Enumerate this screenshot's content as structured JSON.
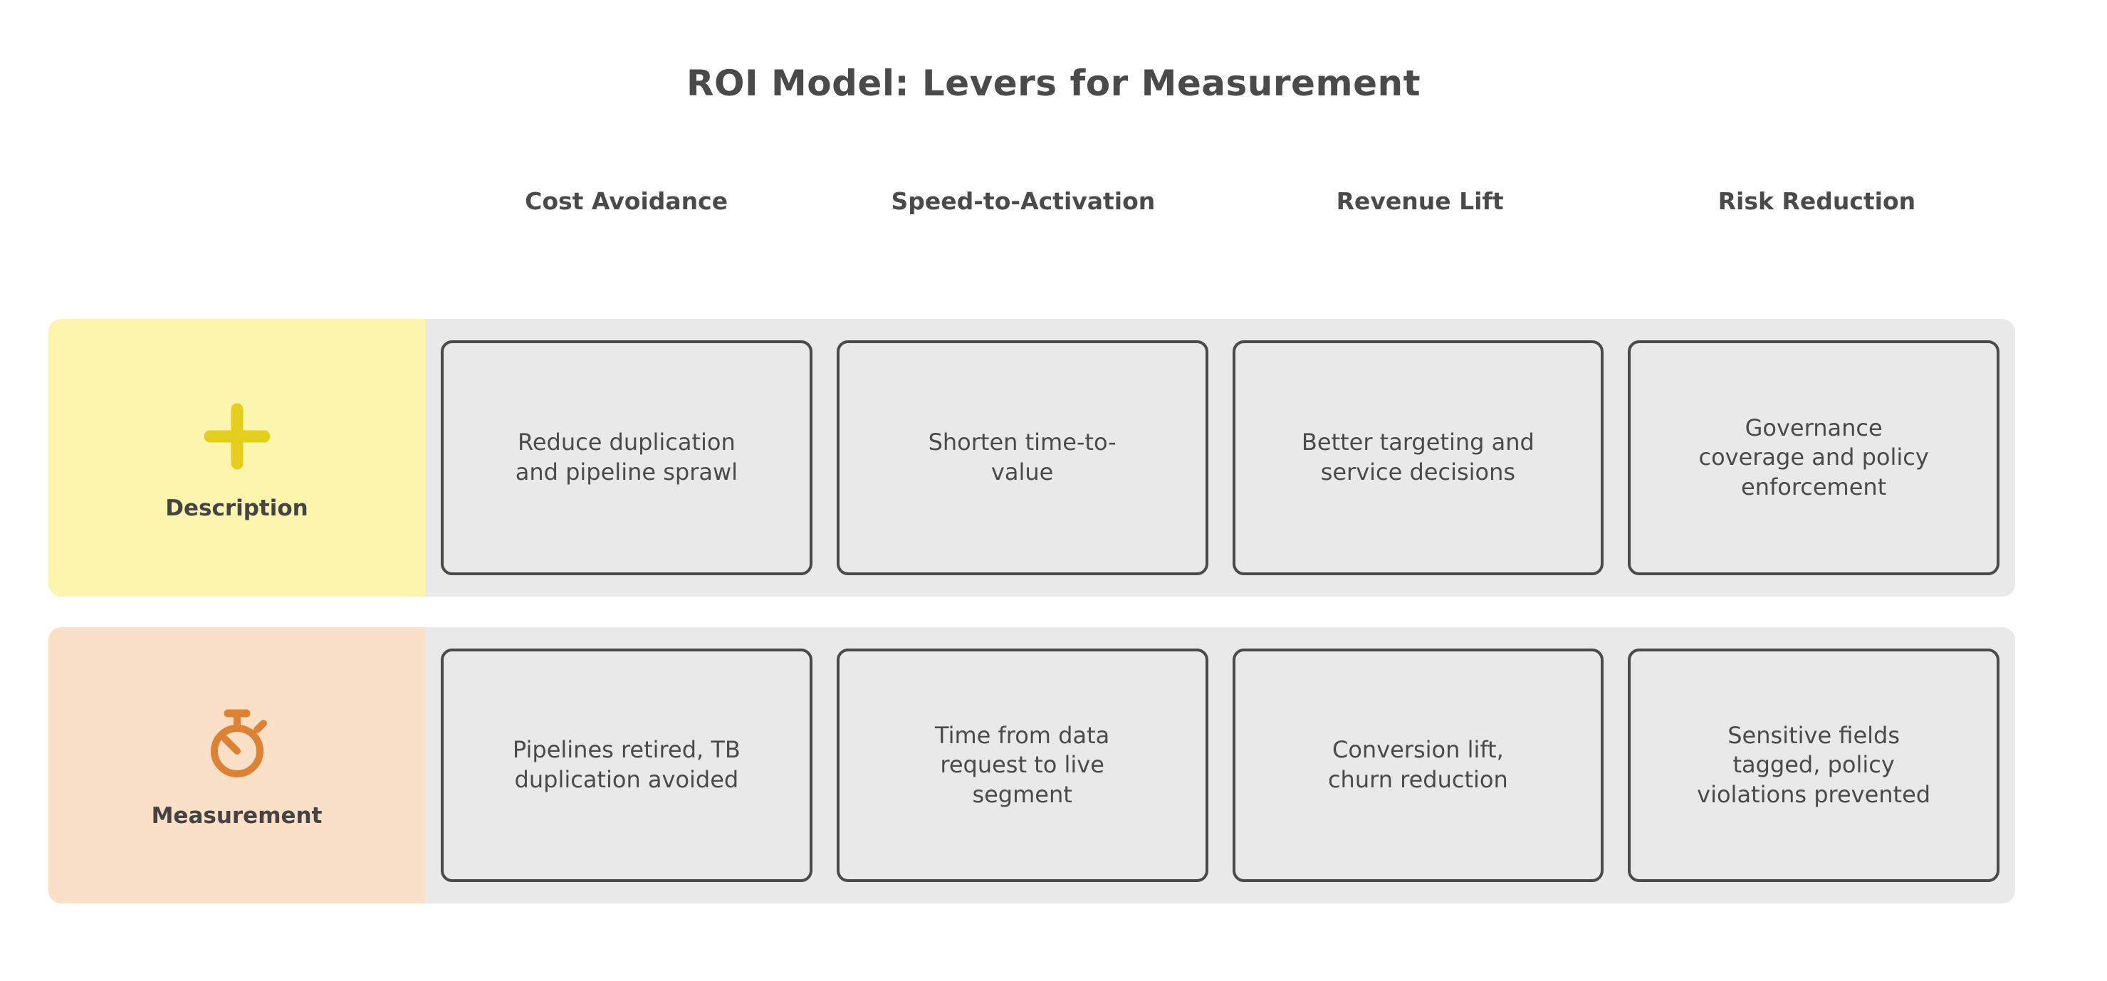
{
  "title": "ROI Model: Levers for Measurement",
  "colors": {
    "title_text": "#4A4A4A",
    "description_row_bg": "#FBF5AE",
    "description_icon": "#E3CE1E",
    "measurement_row_bg": "#FBE0C8",
    "measurement_icon": "#DC8232",
    "card_bg": "#E9E9E9",
    "card_border": "#4A4A4A",
    "band_bg": "#E9E9E9",
    "page_bg": "#FFFFFF"
  },
  "columns": [
    {
      "label": "Cost Avoidance"
    },
    {
      "label": "Speed-to-Activation"
    },
    {
      "label": "Revenue Lift"
    },
    {
      "label": "Risk Reduction"
    }
  ],
  "rows": [
    {
      "label": "Description",
      "icon": "plus-icon",
      "cells": [
        "Reduce duplication and pipeline sprawl",
        "Shorten time-to-value",
        "Better targeting and service decisions",
        "Governance coverage and policy enforcement"
      ]
    },
    {
      "label": "Measurement",
      "icon": "stopwatch-icon",
      "cells": [
        "Pipelines retired, TB duplication avoided",
        "Time from data request to live segment",
        "Conversion lift, churn reduction",
        "Sensitive fields tagged, policy violations prevented"
      ]
    }
  ]
}
